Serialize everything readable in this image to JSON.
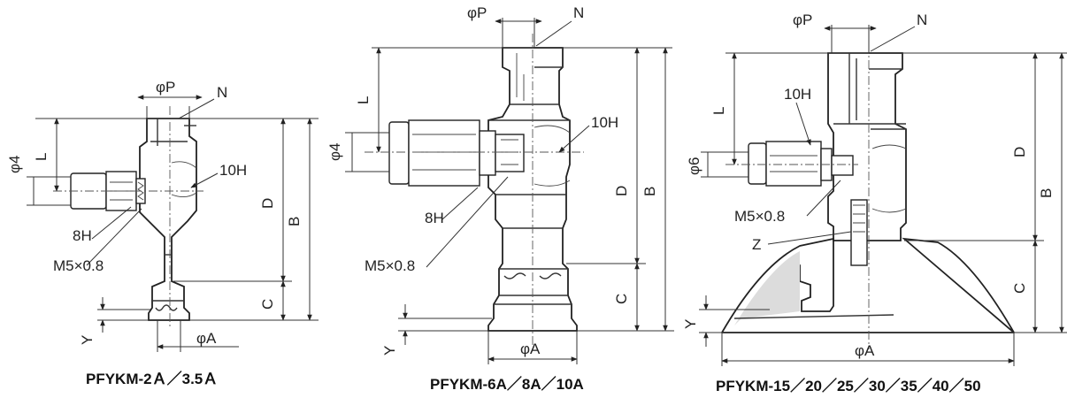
{
  "figures": [
    {
      "caption": "PFYKM-2Ａ／3.5Ａ",
      "labels": {
        "p": "φP",
        "n": "N",
        "hex10": "10H",
        "hex8": "8H",
        "thread": "M5×0.8",
        "tube": "φ4",
        "l": "L",
        "d": "D",
        "b": "B",
        "c": "C",
        "y": "Y",
        "a": "φA"
      }
    },
    {
      "caption": "PFYKM-6A／8A／10A",
      "labels": {
        "p": "φP",
        "n": "N",
        "hex10": "10H",
        "hex8": "8H",
        "thread": "M5×0.8",
        "tube": "φ4",
        "l": "L",
        "d": "D",
        "b": "B",
        "c": "C",
        "y": "Y",
        "a": "φA"
      }
    },
    {
      "caption": "PFYKM-15／20／25／30／35／40／50",
      "labels": {
        "p": "φP",
        "n": "N",
        "hex10": "10H",
        "thread": "M5×0.8",
        "z": "Z",
        "tube": "φ6",
        "l": "L",
        "d": "D",
        "b": "B",
        "c": "C",
        "y": "Y",
        "a": "φA"
      }
    }
  ]
}
